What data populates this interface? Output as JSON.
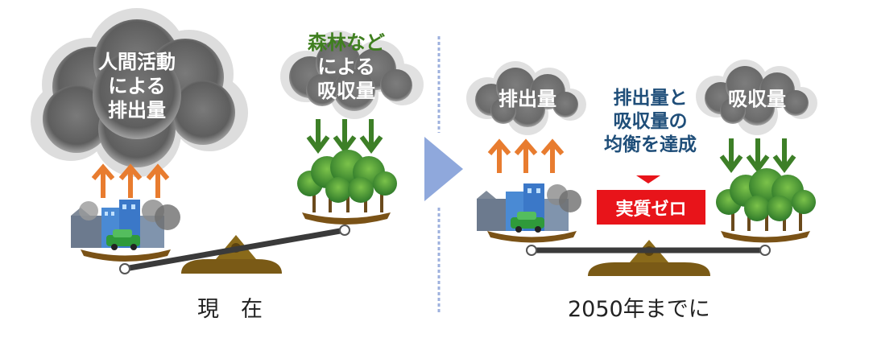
{
  "current": {
    "emission_cloud": [
      "人間活動",
      "による",
      "排出量"
    ],
    "absorption_label": [
      "森林など",
      "による",
      "吸収量"
    ],
    "caption": "現　在"
  },
  "future": {
    "emission_cloud": "排出量",
    "absorption_cloud": "吸収量",
    "balance_text": [
      "排出量と",
      "吸収量の",
      "均衡を達成"
    ],
    "badge": "実質ゼロ",
    "caption": "2050年までに"
  },
  "colors": {
    "emission_arrow": "#e87c2f",
    "absorption_arrow": "#3d7f27",
    "transition_arrow": "#8fa8dc",
    "divider": "#9db0de",
    "cloud_dark": "#6f6f6f",
    "badge": "#e8141a",
    "balance_text": "#1f4e79"
  }
}
